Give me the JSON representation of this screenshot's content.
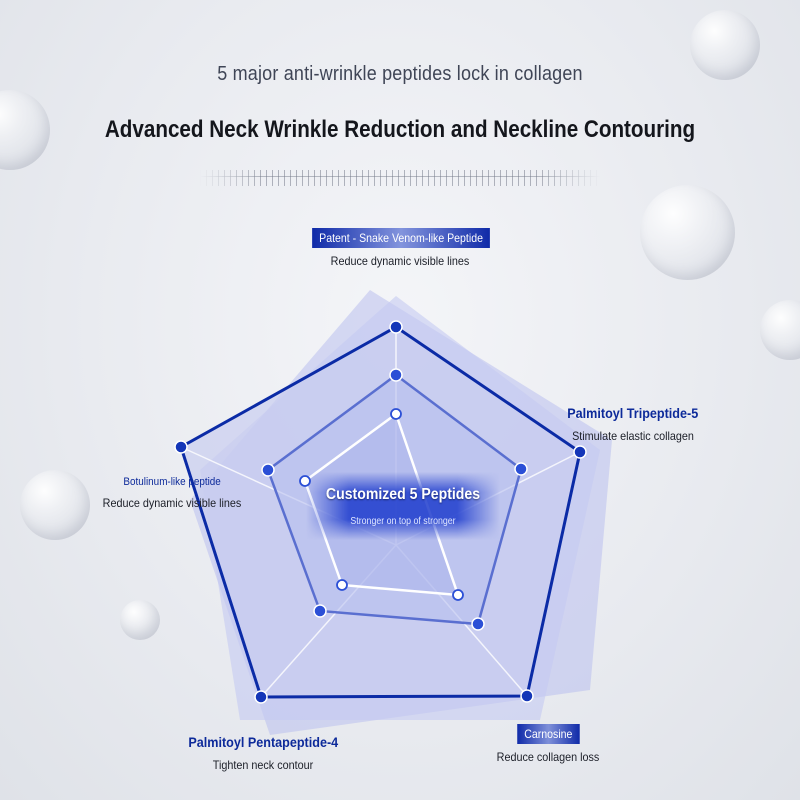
{
  "header": {
    "subtitle": "5 major anti-wrinkle peptides lock in collagen",
    "title": "Advanced Neck Wrinkle Reduction and Neckline Contouring"
  },
  "center": {
    "title": "Customized 5 Peptides",
    "subtitle": "Stronger on top of stronger"
  },
  "peptides": [
    {
      "name": "Patent - Snake Venom-like Peptide",
      "benefit": "Reduce dynamic visible lines"
    },
    {
      "name": "Palmitoyl Tripeptide-5",
      "benefit": "Stimulate elastic collagen"
    },
    {
      "name": "Carnosine",
      "benefit": "Reduce collagen loss"
    },
    {
      "name": "Palmitoyl Pentapeptide-4",
      "benefit": "Tighten neck contour"
    },
    {
      "name": "Botulinum-like peptide",
      "benefit": "Reduce dynamic visible lines"
    }
  ],
  "colors": {
    "accent": "#0d2a9a",
    "outer_line": "#0b2ba6",
    "inner_line": "#5a6fd0",
    "fill": "#c9cdf0"
  }
}
